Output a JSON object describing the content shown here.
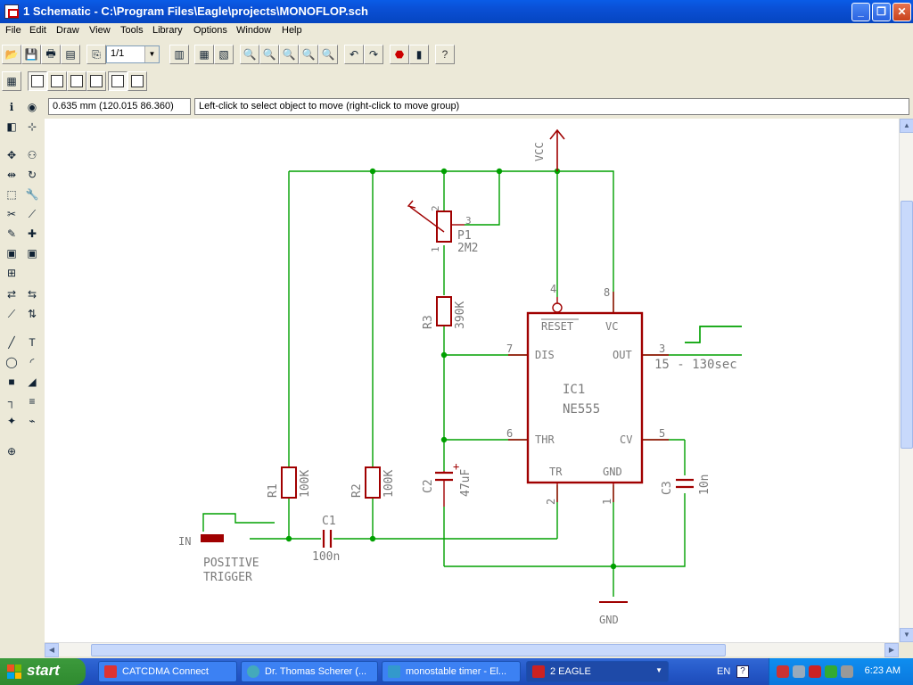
{
  "window": {
    "title": "1 Schematic - C:\\Program Files\\Eagle\\projects\\MONOFLOP.sch",
    "minimize": "_",
    "maximize": "❐",
    "close": "✕"
  },
  "menu": [
    "File",
    "Edit",
    "Draw",
    "View",
    "Tools",
    "Library",
    "Options",
    "Window",
    "Help"
  ],
  "toolbar": {
    "sheet_selector": "1/1"
  },
  "status": {
    "coordinates": "0.635 mm (120.015 86.360)",
    "message": "Left-click to select object to move (right-click to move group)"
  },
  "schematic": {
    "vcc_label": "VCC",
    "gnd_label": "GND",
    "in_label": "IN",
    "trigger_label_1": "POSITIVE",
    "trigger_label_2": "TRIGGER",
    "output_label": "15 - 130sec",
    "ic": {
      "name": "IC1",
      "value": "NE555",
      "pins": {
        "reset": "RESET",
        "vc": "VC",
        "dis": "DIS",
        "out": "OUT",
        "thr": "THR",
        "cv": "CV",
        "tr": "TR",
        "gnd": "GND"
      },
      "pin_numbers": {
        "p4": "4",
        "p8": "8",
        "p7": "7",
        "p3": "3",
        "p6": "6",
        "p5": "5",
        "p2": "2",
        "p1": "1"
      }
    },
    "components": {
      "p1_name": "P1",
      "p1_value": "2M2",
      "p1_pin1": "1",
      "p1_pin2": "2",
      "p1_pin3": "3",
      "r3_name": "R3",
      "r3_value": "390K",
      "r1_name": "R1",
      "r1_value": "100K",
      "r2_name": "R2",
      "r2_value": "100K",
      "c1_name": "C1",
      "c1_value": "100n",
      "c2_name": "C2",
      "c2_value": "47uF",
      "c3_name": "C3",
      "c3_value": "10n"
    }
  },
  "taskbar": {
    "start": "start",
    "tasks": [
      "CATCDMA Connect",
      "Dr. Thomas Scherer (...",
      "monostable timer - El...",
      "2 EAGLE"
    ],
    "lang": "EN",
    "clock": "6:23 AM"
  },
  "colors": {
    "wire": "#00a000",
    "component": "#a00000",
    "text": "#7a7a7a",
    "net_dot": "#00a000"
  }
}
